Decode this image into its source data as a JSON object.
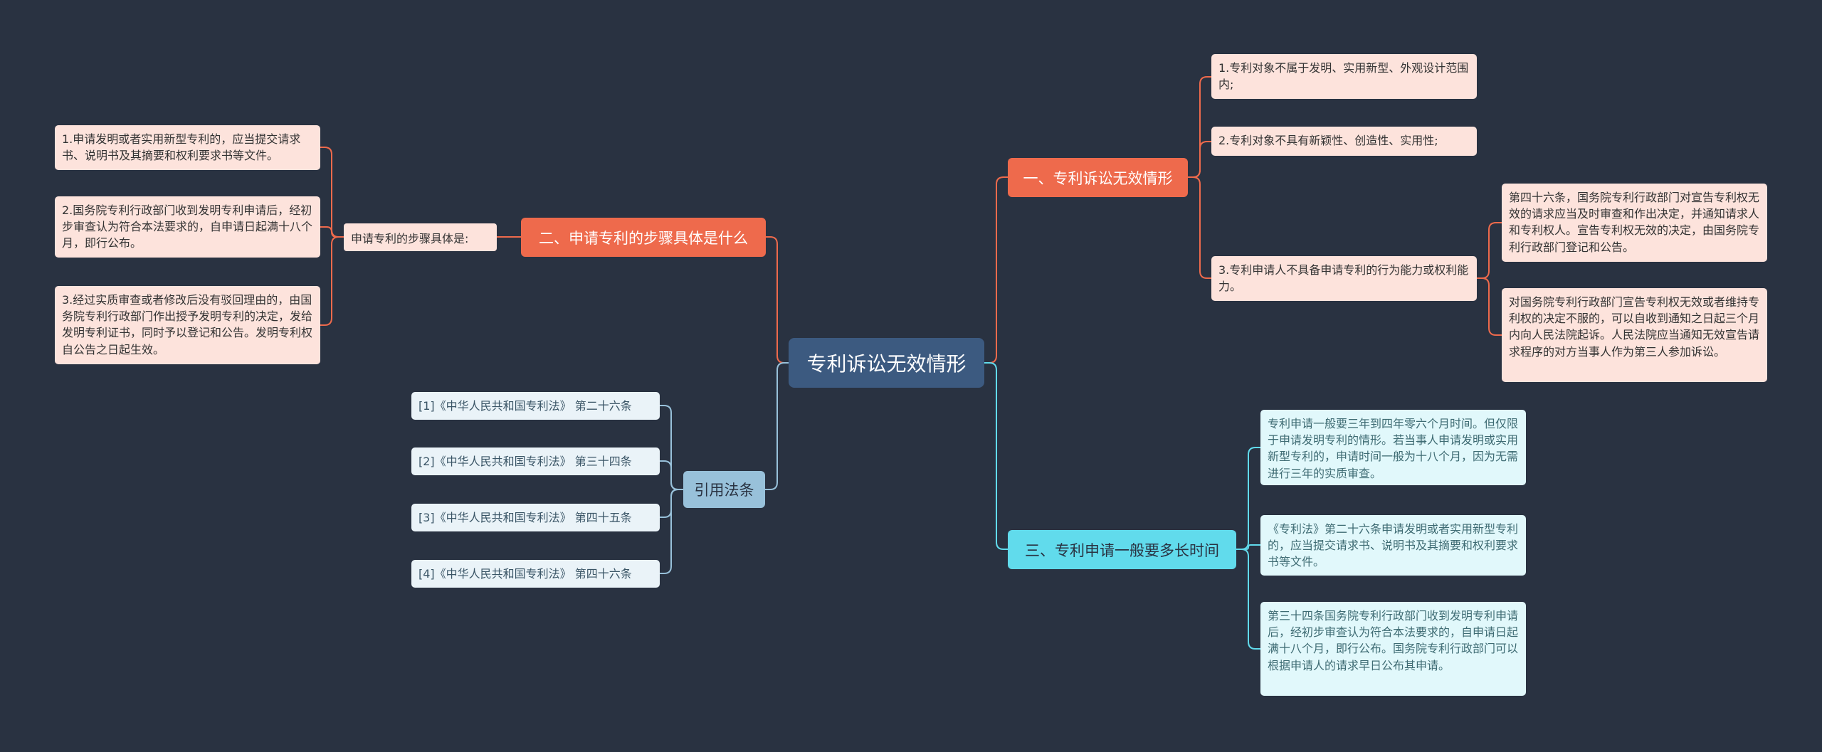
{
  "colors": {
    "background": "#293241",
    "root": "#3c5a80",
    "red_branch": "#ee6a4c",
    "red_link": "#ee6a4c",
    "cyan_branch": "#61dbec",
    "cyan_link": "#61dbec",
    "blue_branch": "#98c1da",
    "blue_link": "#98c1da"
  },
  "root": {
    "label": "专利诉讼无效情形"
  },
  "branch1": {
    "label": "一、专利诉讼无效情形",
    "items": [
      "1.专利对象不属于发明、实用新型、外观设计范围内;",
      "2.专利对象不具有新颖性、创造性、实用性;",
      "3.专利申请人不具备申请专利的行为能力或权利能力。"
    ],
    "sub_items": [
      "第四十六条，国务院专利行政部门对宣告专利权无效的请求应当及时审查和作出决定，并通知请求人和专利权人。宣告专利权无效的决定，由国务院专利行政部门登记和公告。",
      "对国务院专利行政部门宣告专利权无效或者维持专利权的决定不服的，可以自收到通知之日起三个月内向人民法院起诉。人民法院应当通知无效宣告请求程序的对方当事人作为第三人参加诉讼。"
    ]
  },
  "branch2": {
    "label": "二、申请专利的步骤具体是什么",
    "sub_label": "申请专利的步骤具体是:",
    "items": [
      "1.申请发明或者实用新型专利的，应当提交请求书、说明书及其摘要和权利要求书等文件。",
      "2.国务院专利行政部门收到发明专利申请后，经初步审查认为符合本法要求的，自申请日起满十八个月，即行公布。",
      "3.经过实质审查或者修改后没有驳回理由的，由国务院专利行政部门作出授予发明专利的决定，发给发明专利证书，同时予以登记和公告。发明专利权自公告之日起生效。"
    ]
  },
  "branch3": {
    "label": "三、专利申请一般要多长时间",
    "items": [
      "专利申请一般要三年到四年零六个月时间。但仅限于申请发明专利的情形。若当事人申请发明或实用新型专利的，申请时间一般为十八个月，因为无需进行三年的实质审查。",
      "《专利法》第二十六条申请发明或者实用新型专利的，应当提交请求书、说明书及其摘要和权利要求书等文件。",
      "第三十四条国务院专利行政部门收到发明专利申请后，经初步审查认为符合本法要求的，自申请日起满十八个月，即行公布。国务院专利行政部门可以根据申请人的请求早日公布其申请。"
    ]
  },
  "branch4": {
    "label": "引用法条",
    "items": [
      "[1]《中华人民共和国专利法》 第二十六条",
      "[2]《中华人民共和国专利法》 第三十四条",
      "[3]《中华人民共和国专利法》 第四十五条",
      "[4]《中华人民共和国专利法》 第四十六条"
    ]
  }
}
